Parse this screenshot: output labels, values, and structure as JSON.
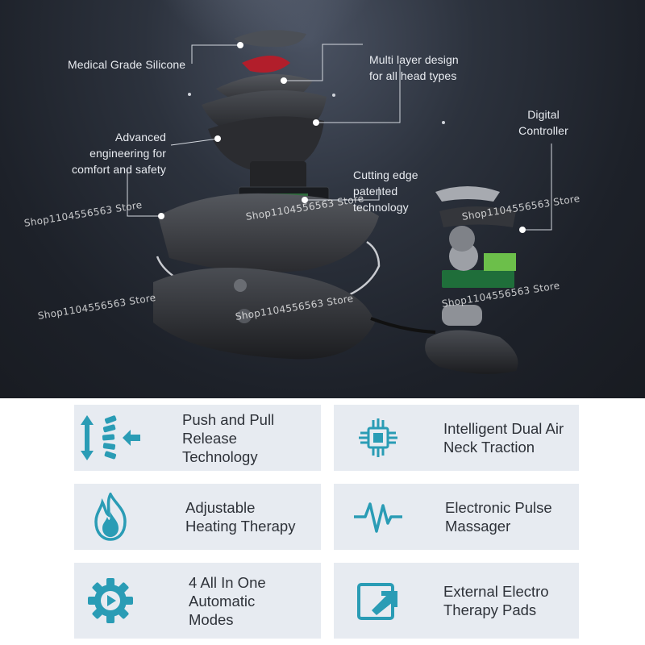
{
  "colors": {
    "accent_teal": "#2a9cb5",
    "card_bg": "#e7ebf1",
    "text_dark": "#2e3239",
    "hero_bg": "#1d2129"
  },
  "callouts": {
    "medical_silicone": "Medical Grade Silicone",
    "multi_layer": [
      "Multi layer  design",
      "for all head types"
    ],
    "advanced_engineering": [
      "Advanced",
      "engineering for",
      "comfort and safety"
    ],
    "digital_controller": [
      "Digital",
      "Controller"
    ],
    "cutting_edge": [
      "Cutting edge",
      "patented",
      "technology"
    ]
  },
  "watermark": "Shop1104556563 Store",
  "features": [
    {
      "icon": "spine-traction-icon",
      "lines": [
        "Push and Pull",
        "Release",
        "Technology"
      ]
    },
    {
      "icon": "chip-icon",
      "lines": [
        "Intelligent Dual Air",
        "Neck Traction"
      ]
    },
    {
      "icon": "flame-icon",
      "lines": [
        "Adjustable",
        "Heating Therapy"
      ]
    },
    {
      "icon": "pulse-wave-icon",
      "lines": [
        "Electronic Pulse",
        "Massager"
      ]
    },
    {
      "icon": "gear-play-icon",
      "lines": [
        "4 All In One",
        "Automatic",
        "Modes"
      ]
    },
    {
      "icon": "external-pad-icon",
      "lines": [
        "External Electro",
        "Therapy Pads"
      ]
    }
  ]
}
